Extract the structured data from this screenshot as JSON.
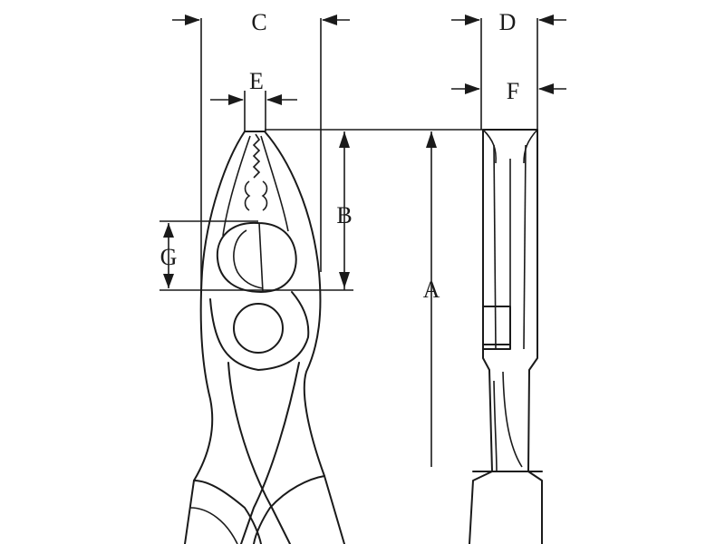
{
  "diagram": {
    "subject": "pliers-dimension-drawing",
    "colors": {
      "line": "#1a1a1a",
      "background": "#ffffff"
    },
    "labels": {
      "A": "A",
      "B": "B",
      "C": "C",
      "D": "D",
      "E": "E",
      "F": "F",
      "G": "G"
    }
  }
}
